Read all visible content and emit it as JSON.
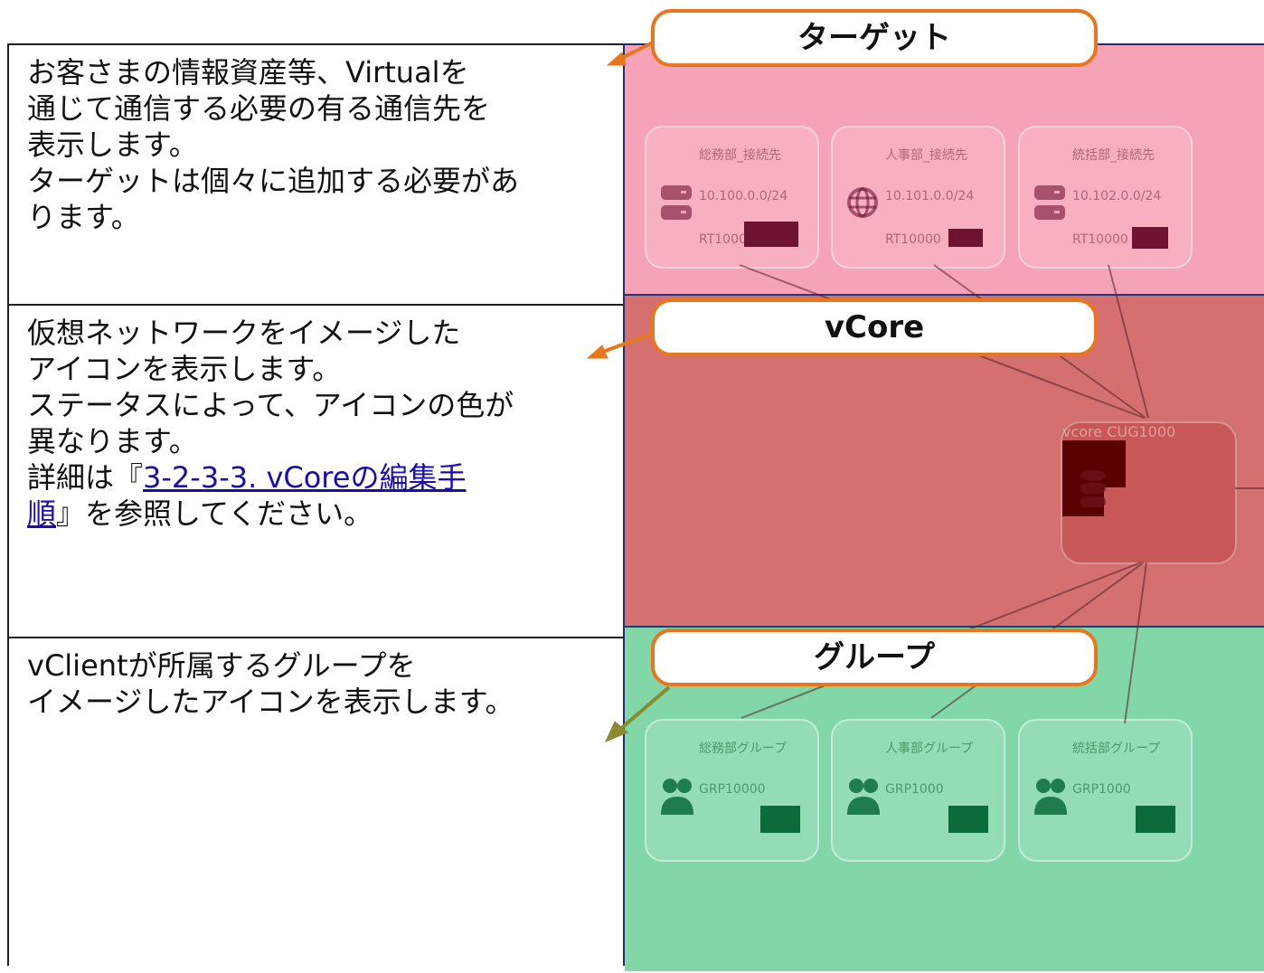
{
  "descriptions": {
    "target": {
      "lines": [
        "お客さまの情報資産等、Virtualを",
        "通じて通信する必要の有る通信先を",
        "表示します。",
        "ターゲットは個々に追加する必要があ",
        "ります。"
      ]
    },
    "vcore": {
      "lines": [
        "仮想ネットワークをイメージした",
        "アイコンを表示します。",
        "ステータスによって、アイコンの色が",
        "異なります。"
      ],
      "detail_prefix": "詳細は『",
      "link_part1": "3-2-3-3. vCoreの編集手",
      "link_part2": "順",
      "detail_suffix": "』を参照してください。"
    },
    "group": {
      "lines": [
        "vClientが所属するグループを",
        "イメージしたアイコンを表示します。"
      ]
    }
  },
  "labels": {
    "target": "ターゲット",
    "vcore": "vCore",
    "group": "グループ"
  },
  "targets": [
    {
      "name": "総務部_接続先",
      "subnet": "10.100.0.0/24",
      "rt": "RT1000",
      "icon": "server-icon"
    },
    {
      "name": "人事部_接続先",
      "subnet": "10.101.0.0/24",
      "rt": "RT10000",
      "icon": "globe-icon"
    },
    {
      "name": "統括部_接続先",
      "subnet": "10.102.0.0/24",
      "rt": "RT10000",
      "icon": "server-icon"
    }
  ],
  "vcore_node": {
    "name": "vcore",
    "cug": "CUG1000",
    "icon": "database-icon"
  },
  "groups": [
    {
      "name": "総務部グループ",
      "grp": "GRP10000",
      "icon": "users-icon"
    },
    {
      "name": "人事部グループ",
      "grp": "GRP1000",
      "icon": "users-icon"
    },
    {
      "name": "統括部グループ",
      "grp": "GRP1000",
      "icon": "users-icon"
    }
  ],
  "colors": {
    "target_zone": "#f7a3b7",
    "vcore_zone": "#d47070",
    "group_zone": "#82d7a9",
    "pill_border": "#e8761c",
    "link": "#1a0dab"
  }
}
